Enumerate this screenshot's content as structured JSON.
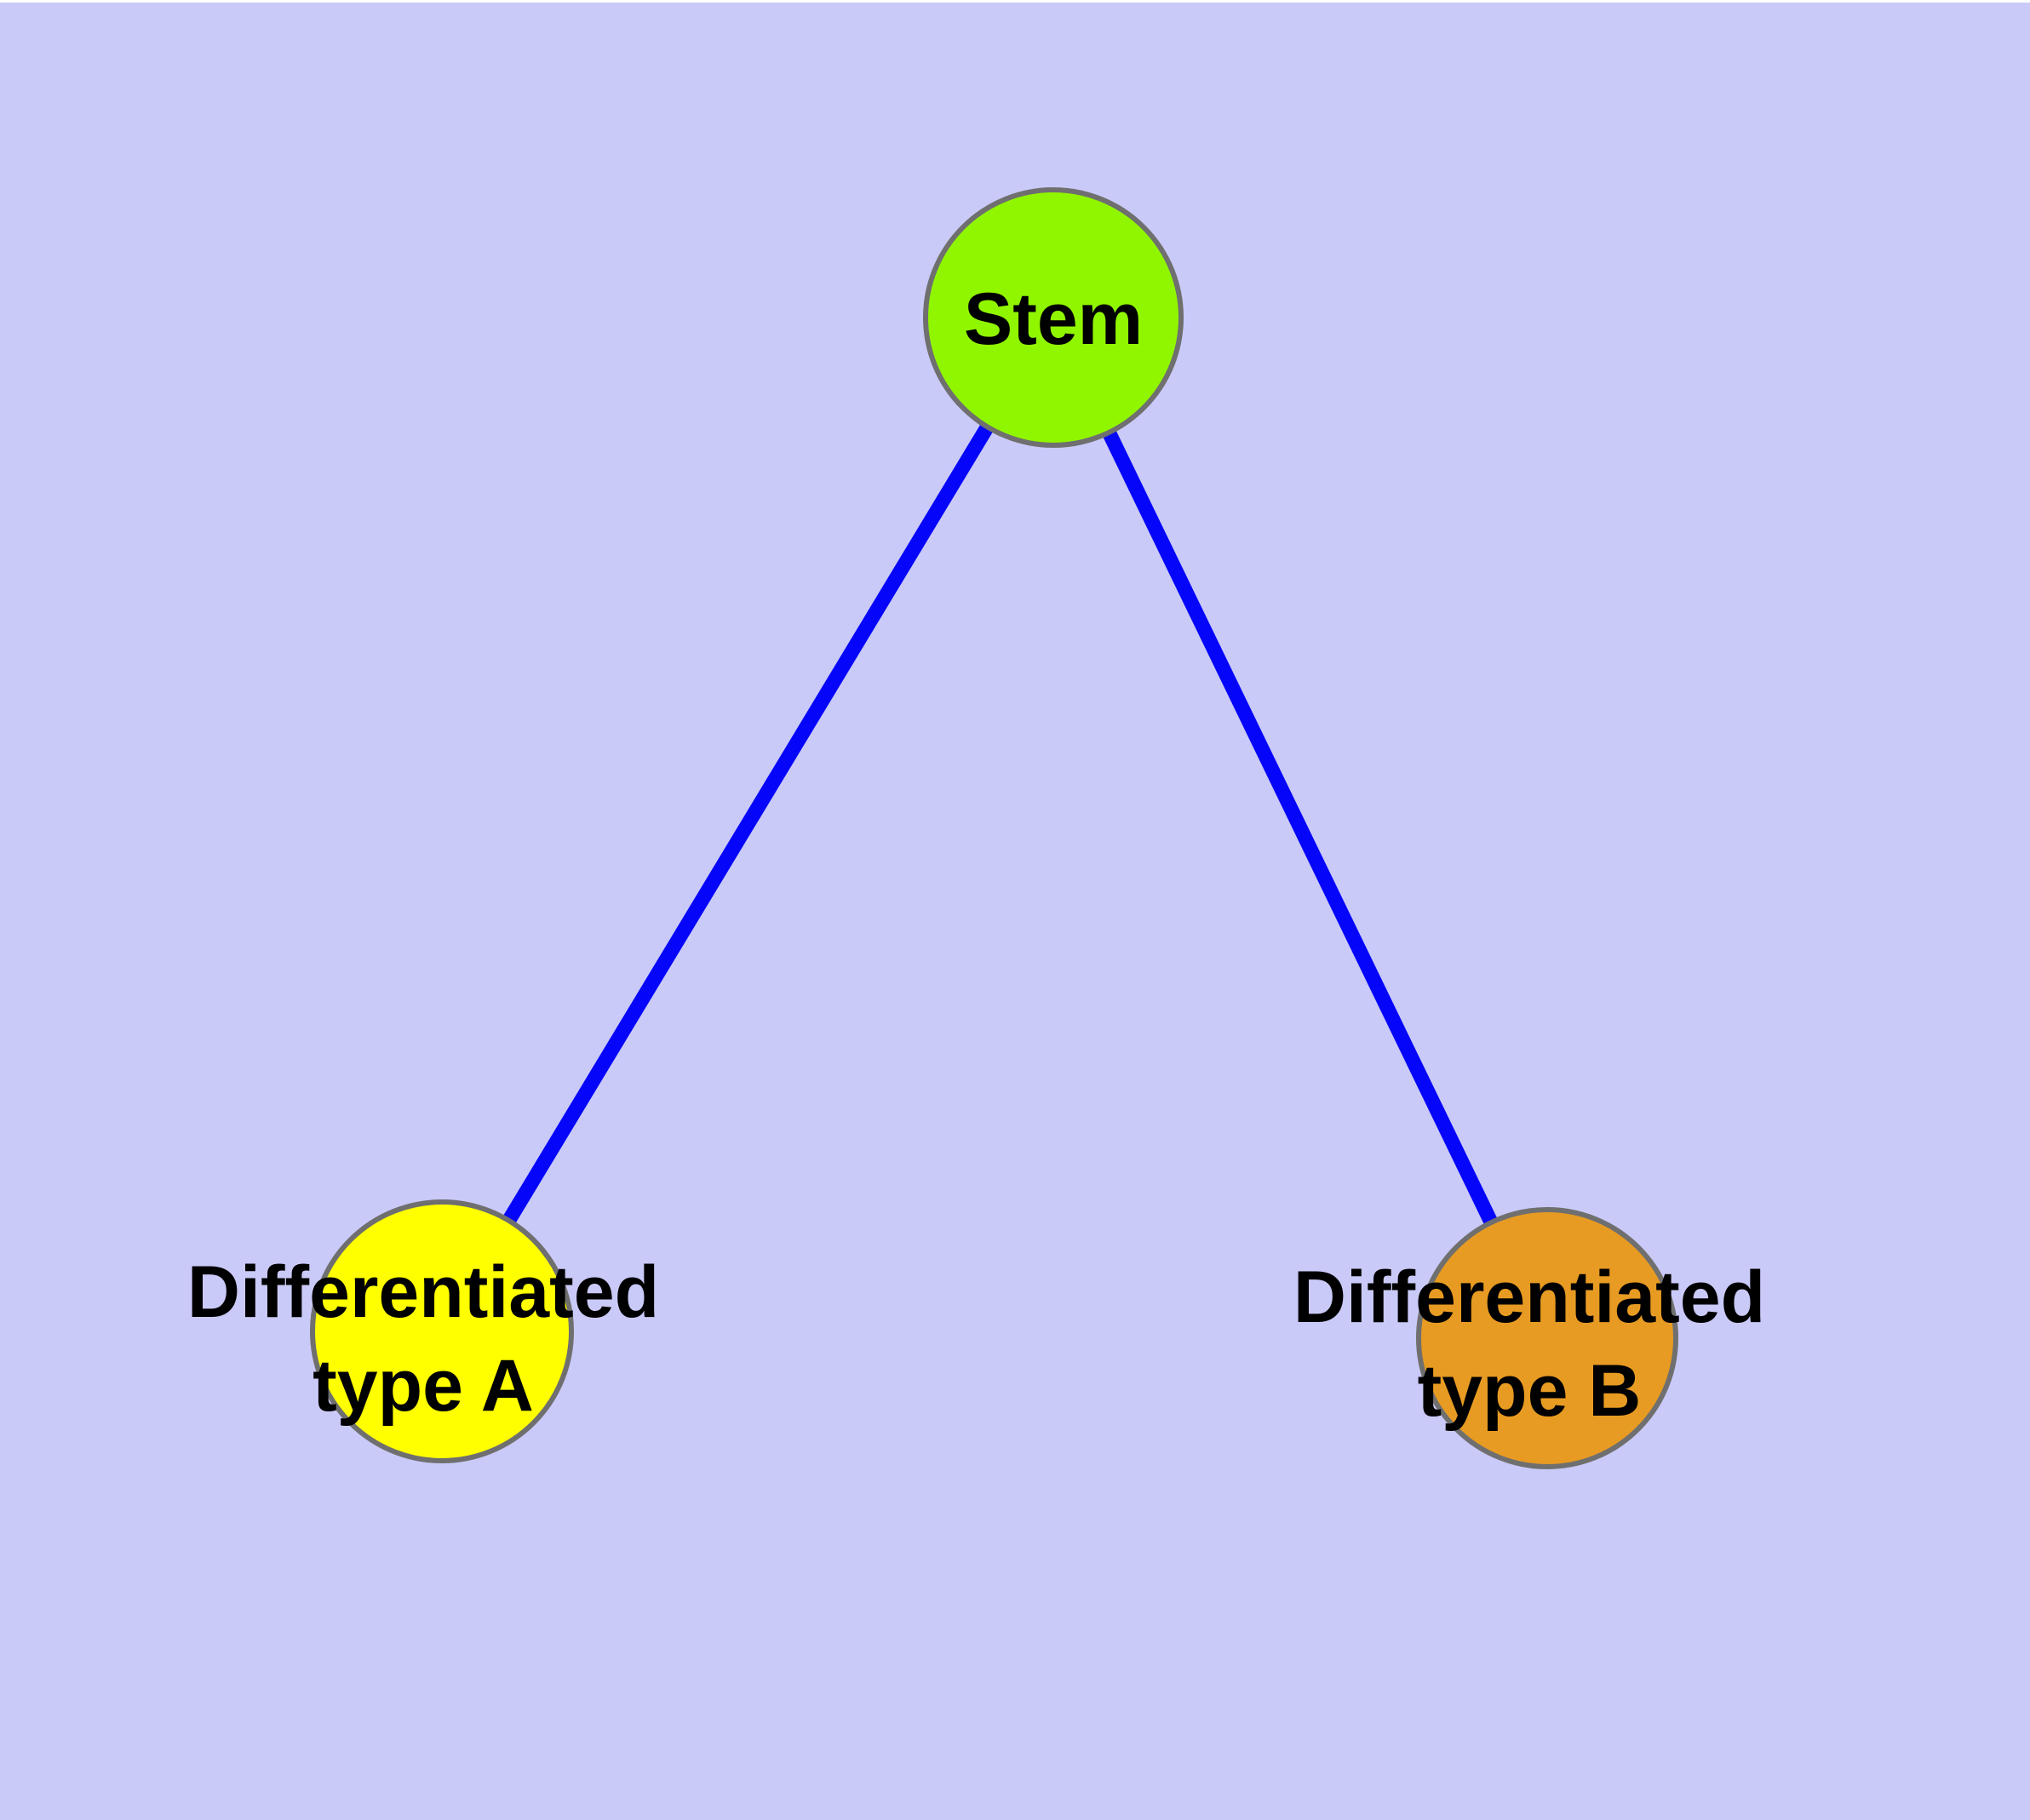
{
  "diagram": {
    "background_color": "#CACAF8",
    "top_strip_color": "#FFFFFF",
    "edge_color": "#0505FA",
    "node_border_color": "#6F6F6F",
    "label_color": "#000000",
    "nodes": [
      {
        "id": "stem",
        "label": "Stem",
        "fill": "#90F600"
      },
      {
        "id": "type_a",
        "label": "Differentiated type A",
        "label_line1": "Differentiated",
        "label_line2": "type A",
        "fill": "#FFFF00"
      },
      {
        "id": "type_b",
        "label": "Differentiated type B",
        "label_line1": "Differentiated",
        "label_line2": "type B",
        "fill": "#E89B22"
      }
    ],
    "edges": [
      {
        "from": "Stem",
        "to": "Differentiated type A"
      },
      {
        "from": "Stem",
        "to": "Differentiated type B"
      }
    ]
  }
}
